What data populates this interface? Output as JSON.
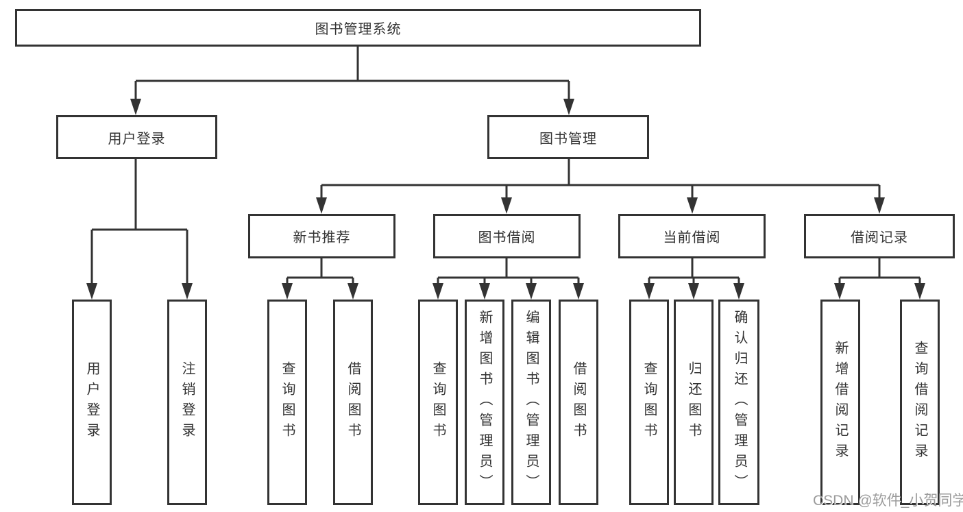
{
  "diagram": {
    "root": {
      "label": "图书管理系统"
    },
    "level2": [
      {
        "label": "用户登录"
      },
      {
        "label": "图书管理"
      }
    ],
    "level3": [
      {
        "label": "新书推荐"
      },
      {
        "label": "图书借阅"
      },
      {
        "label": "当前借阅"
      },
      {
        "label": "借阅记录"
      }
    ],
    "leaves": {
      "user_login": [
        "用户登录",
        "注销登录"
      ],
      "new_book": [
        "查询图书",
        "借阅图书"
      ],
      "book_borrow": [
        "查询图书",
        "新增图书（管理员）",
        "编辑图书（管理员）",
        "借阅图书"
      ],
      "current_borrow": [
        "查询图书",
        "归还图书",
        "确认归还（管理员）"
      ],
      "borrow_record": [
        "新增借阅记录",
        "查询借阅记录"
      ]
    }
  },
  "watermark": "CSDN @软件_小贺同学",
  "colors": {
    "line": "#333333",
    "text": "#333333",
    "watermark": "#9b9b9b",
    "background": "#ffffff"
  }
}
